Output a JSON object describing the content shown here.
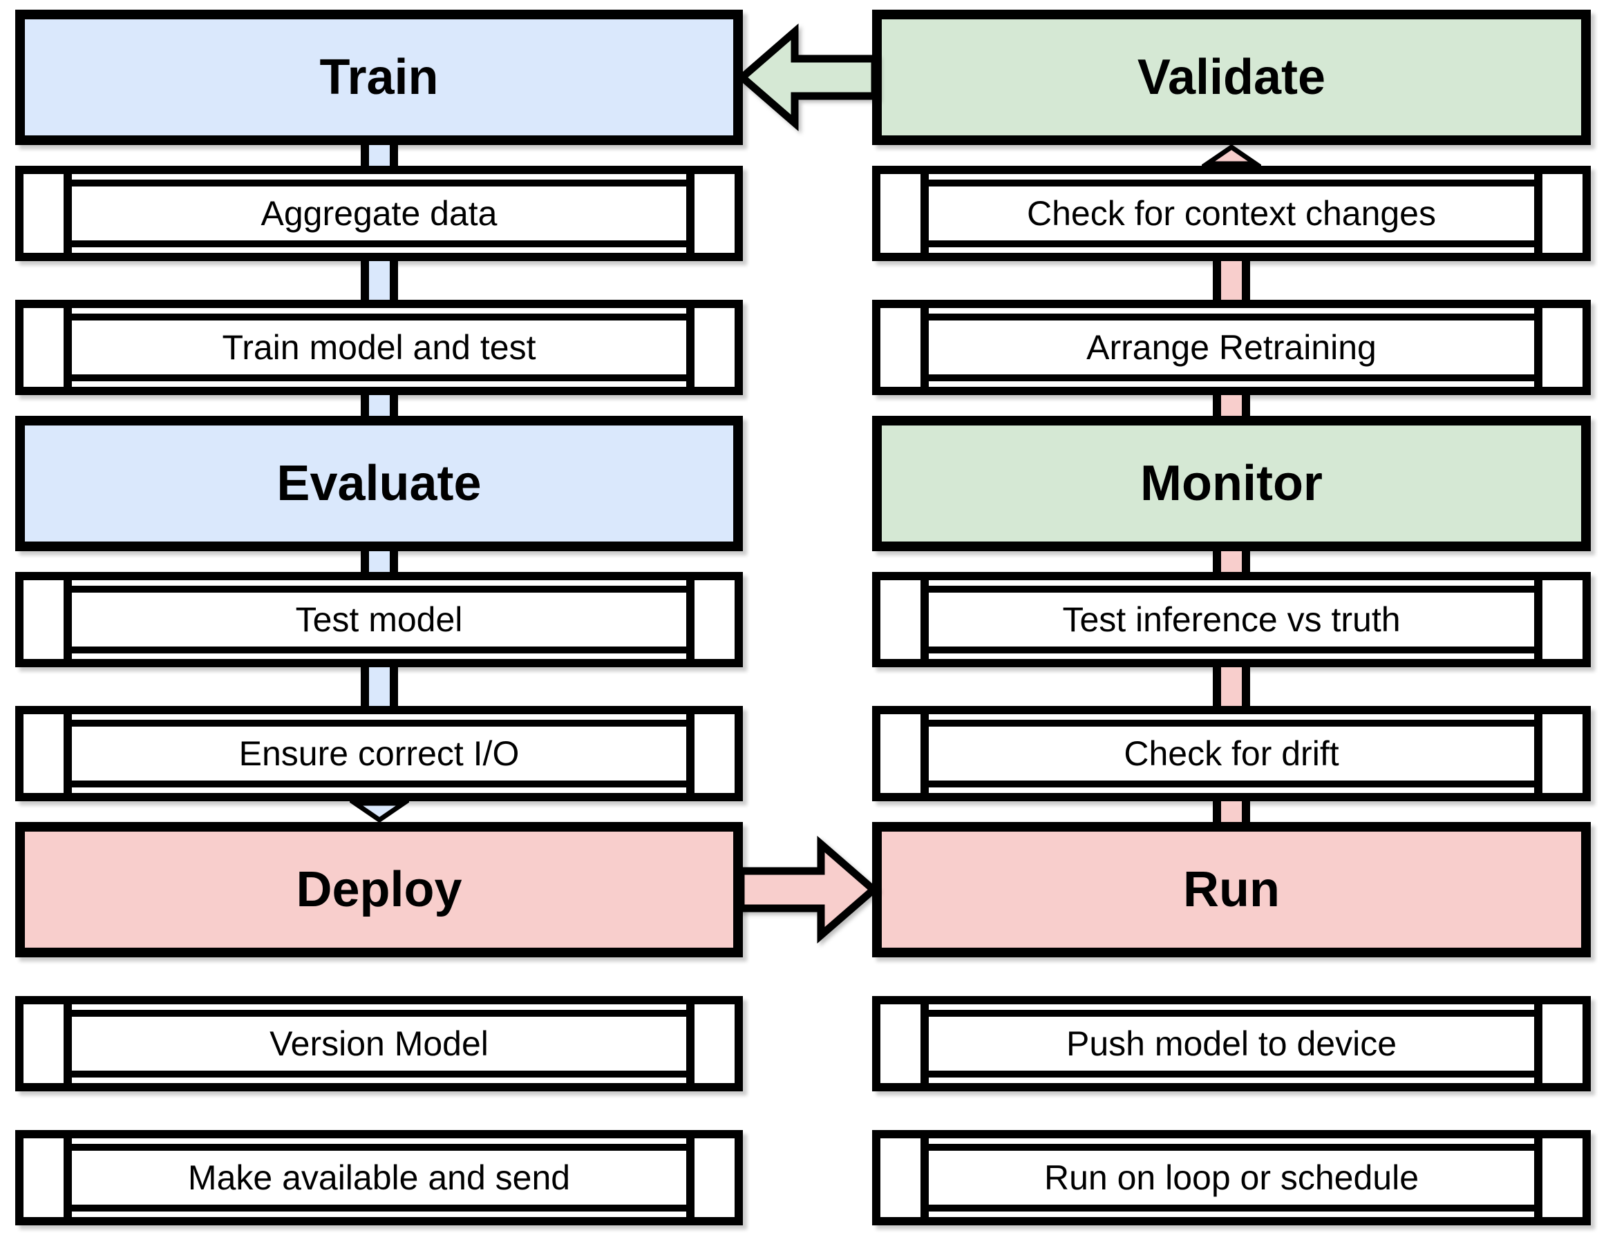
{
  "colors": {
    "train_blue": "#dae8fc",
    "validate_green": "#d5e8d4",
    "deploy_pink": "#f8cecc",
    "outline_black": "#000000"
  },
  "left_column": {
    "items": [
      {
        "kind": "header",
        "label": "Train"
      },
      {
        "kind": "task",
        "label": "Aggregate data"
      },
      {
        "kind": "task",
        "label": "Train model and test"
      },
      {
        "kind": "header",
        "label": "Evaluate"
      },
      {
        "kind": "task",
        "label": "Test model"
      },
      {
        "kind": "task",
        "label": "Ensure correct I/O"
      },
      {
        "kind": "header",
        "label": "Deploy"
      },
      {
        "kind": "task",
        "label": "Version Model"
      },
      {
        "kind": "task",
        "label": "Make available and send"
      }
    ]
  },
  "right_column": {
    "items": [
      {
        "kind": "header",
        "label": "Validate"
      },
      {
        "kind": "task",
        "label": "Check for context changes"
      },
      {
        "kind": "task",
        "label": "Arrange Retraining"
      },
      {
        "kind": "header",
        "label": "Monitor"
      },
      {
        "kind": "task",
        "label": "Test inference vs truth"
      },
      {
        "kind": "task",
        "label": "Check for drift"
      },
      {
        "kind": "header",
        "label": "Run"
      },
      {
        "kind": "task",
        "label": "Push model to device"
      },
      {
        "kind": "task",
        "label": "Run on loop or schedule"
      }
    ]
  }
}
